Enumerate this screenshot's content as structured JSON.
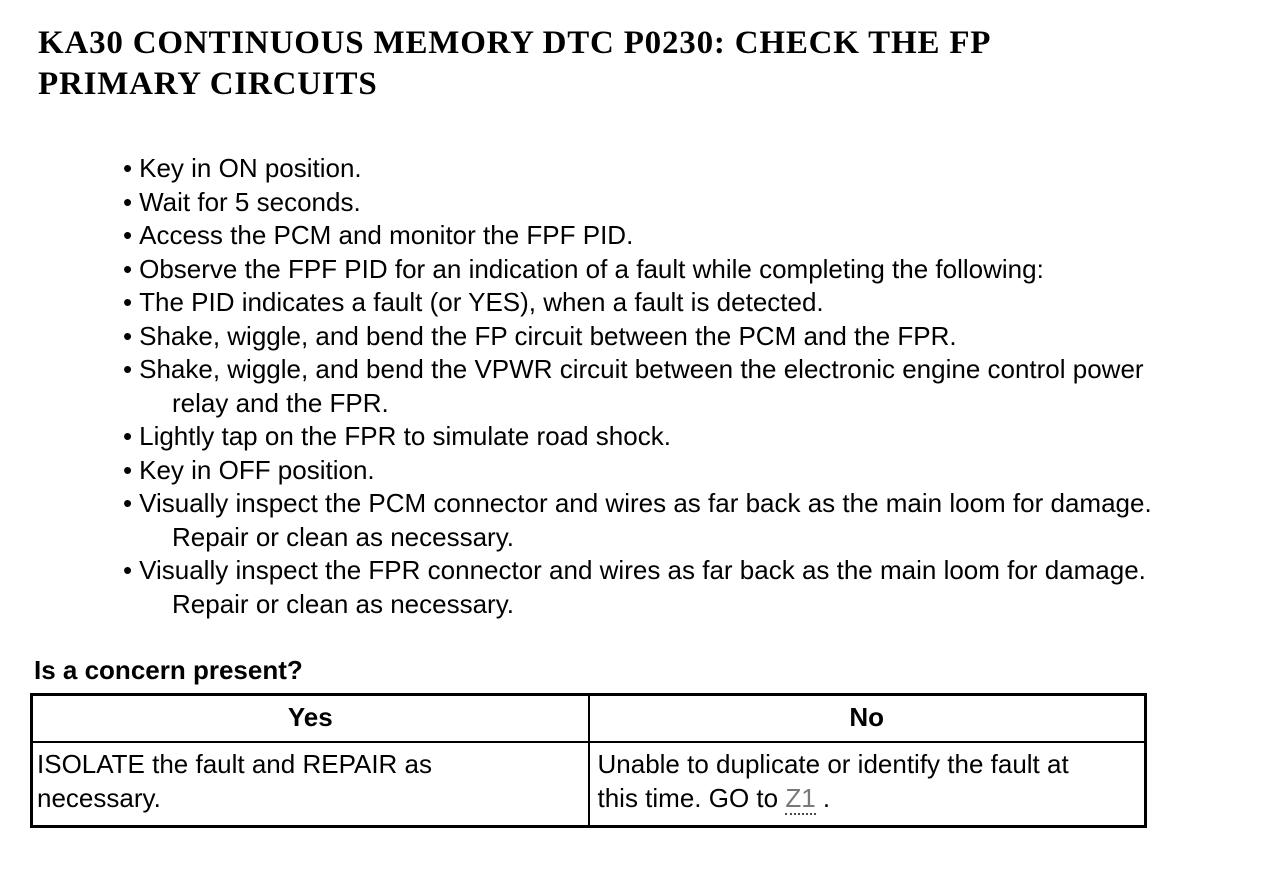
{
  "document": {
    "title": "KA30 CONTINUOUS MEMORY DTC P0230: CHECK THE FP\nPRIMARY CIRCUITS",
    "steps": [
      "Key in ON position.",
      "Wait for 5 seconds.",
      "Access the PCM and monitor the FPF PID.",
      "Observe the FPF PID for an indication of a fault while completing the following:",
      "The PID indicates a fault (or YES), when a fault is detected.",
      "Shake, wiggle, and bend the FP circuit between the PCM and the FPR.",
      "Shake, wiggle, and bend the VPWR circuit between the electronic engine control power\nrelay and the FPR.",
      "Lightly tap on the FPR to simulate road shock.",
      "Key in OFF position.",
      "Visually inspect the PCM connector and wires as far back as the main loom for damage.\nRepair or clean as necessary.",
      "Visually inspect the FPR connector and wires as far back as the main loom for damage.\nRepair or clean as necessary."
    ],
    "question": "Is a concern present?",
    "decision_table": {
      "yes_header": "Yes",
      "no_header": "No",
      "yes_action": "ISOLATE the fault and REPAIR as\nnecessary.",
      "no_action_before_link": "Unable to duplicate or identify the fault at\nthis time. GO to ",
      "no_action_link": "Z1",
      "no_action_after_link": " .",
      "colors": {
        "text": "#000000",
        "background": "#ffffff",
        "link": "#787878"
      }
    }
  }
}
